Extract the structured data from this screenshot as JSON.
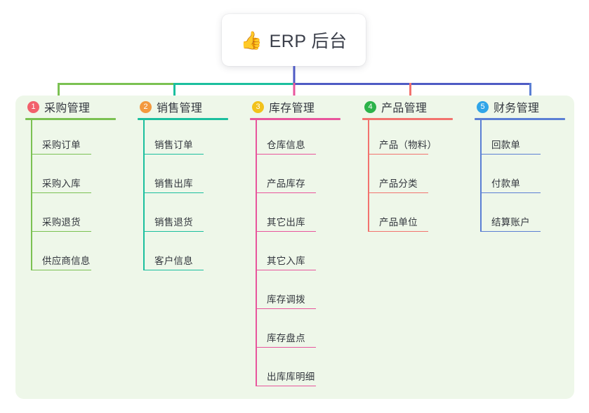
{
  "title_card": {
    "icon": "thumbs-up-icon",
    "emoji": "👍",
    "text": "ERP 后台"
  },
  "panel": {
    "background_color": "#eef7e9"
  },
  "theme": {
    "root_connector_color": "#4f5bc4",
    "bus_left_color": "#1bbf9e",
    "bus_right_color": "#4f5bc4"
  },
  "columns": [
    {
      "number": "1",
      "title": "采购管理",
      "badge_color": "#f2606c",
      "line_color": "#7bc152",
      "drop_color": "#7bc152",
      "items": [
        {
          "label": "采购订单"
        },
        {
          "label": "采购入库"
        },
        {
          "label": "采购退货"
        },
        {
          "label": "供应商信息"
        }
      ]
    },
    {
      "number": "2",
      "title": "销售管理",
      "badge_color": "#f3993e",
      "line_color": "#1bbf9e",
      "drop_color": "#1bbf9e",
      "items": [
        {
          "label": "销售订单"
        },
        {
          "label": "销售出库"
        },
        {
          "label": "销售退货"
        },
        {
          "label": "客户信息"
        }
      ]
    },
    {
      "number": "3",
      "title": "库存管理",
      "badge_color": "#f2c21b",
      "line_color": "#e8559c",
      "drop_color": "#e8559c",
      "items": [
        {
          "label": "仓库信息"
        },
        {
          "label": "产品库存"
        },
        {
          "label": "其它出库"
        },
        {
          "label": "其它入库"
        },
        {
          "label": "库存调拨"
        },
        {
          "label": "库存盘点"
        },
        {
          "label": "出库库明细"
        }
      ]
    },
    {
      "number": "4",
      "title": "产品管理",
      "badge_color": "#2cb34a",
      "line_color": "#f2736e",
      "drop_color": "#f2736e",
      "items": [
        {
          "label": "产品（物料）"
        },
        {
          "label": "产品分类"
        },
        {
          "label": "产品单位"
        }
      ]
    },
    {
      "number": "5",
      "title": "财务管理",
      "badge_color": "#30a5e8",
      "line_color": "#5b7fd4",
      "drop_color": "#5b7fd4",
      "items": [
        {
          "label": "回款单"
        },
        {
          "label": "付款单"
        },
        {
          "label": "结算账户"
        }
      ]
    }
  ]
}
